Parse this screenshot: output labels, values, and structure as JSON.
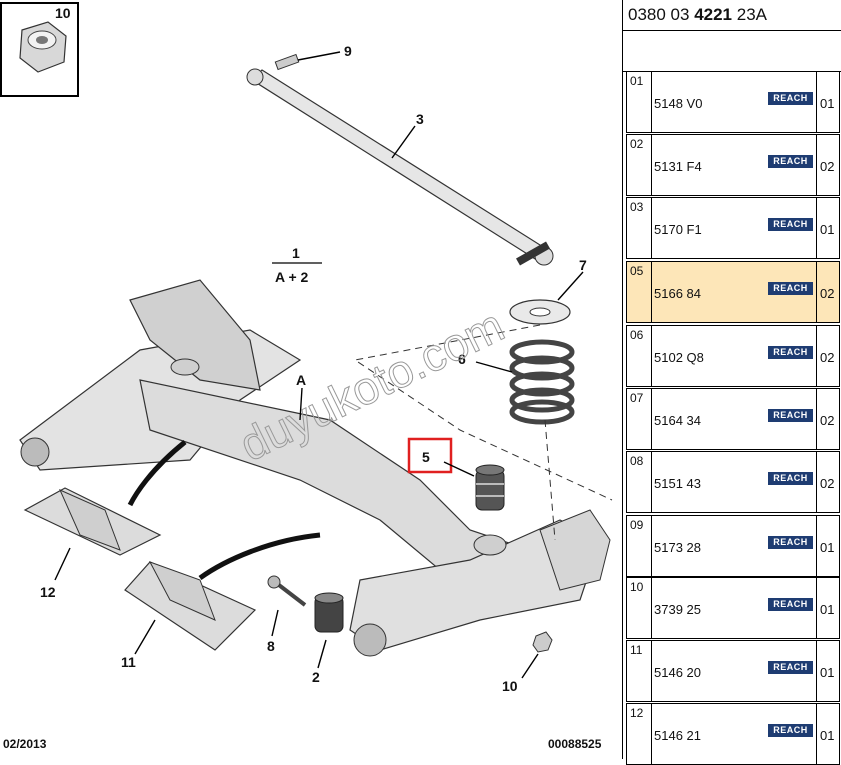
{
  "diagram": {
    "callouts": {
      "c1": "1",
      "c1_sub": "A + 2",
      "c2": "2",
      "c3": "3",
      "c5": "5",
      "c6": "6",
      "c7": "7",
      "c8": "8",
      "c9": "9",
      "c10_box": "10",
      "c10": "10",
      "c11": "11",
      "c12": "12",
      "cA": "A"
    },
    "watermark": "duyukoto.com",
    "date": "02/2013",
    "drawing_number": "00088525",
    "highlight_color": "#e02020"
  },
  "panel": {
    "docref_pre": "0380 03 ",
    "docref_bold": "4221",
    "docref_post": " 23A",
    "selected_color": "#fde6b8",
    "badge_color": "#1e3c72",
    "rows": [
      {
        "idx": "01",
        "part": "5148 V0",
        "badge": "REACH",
        "qty": "01"
      },
      {
        "idx": "02",
        "part": "5131 F4",
        "badge": "REACH",
        "qty": "02"
      },
      {
        "idx": "03",
        "part": "5170 F1",
        "badge": "REACH",
        "qty": "01"
      },
      {
        "idx": "05",
        "part": "5166 84",
        "badge": "REACH",
        "qty": "02"
      },
      {
        "idx": "06",
        "part": "5102 Q8",
        "badge": "REACH",
        "qty": "02"
      },
      {
        "idx": "07",
        "part": "5164 34",
        "badge": "REACH",
        "qty": "02"
      },
      {
        "idx": "08",
        "part": "5151 43",
        "badge": "REACH",
        "qty": "02"
      },
      {
        "idx": "09",
        "part": "5173 28",
        "badge": "REACH",
        "qty": "01"
      },
      {
        "idx": "10",
        "part": "3739 25",
        "badge": "REACH",
        "qty": "01"
      },
      {
        "idx": "11",
        "part": "5146 20",
        "badge": "REACH",
        "qty": "01"
      },
      {
        "idx": "12",
        "part": "5146 21",
        "badge": "REACH",
        "qty": "01"
      }
    ]
  }
}
